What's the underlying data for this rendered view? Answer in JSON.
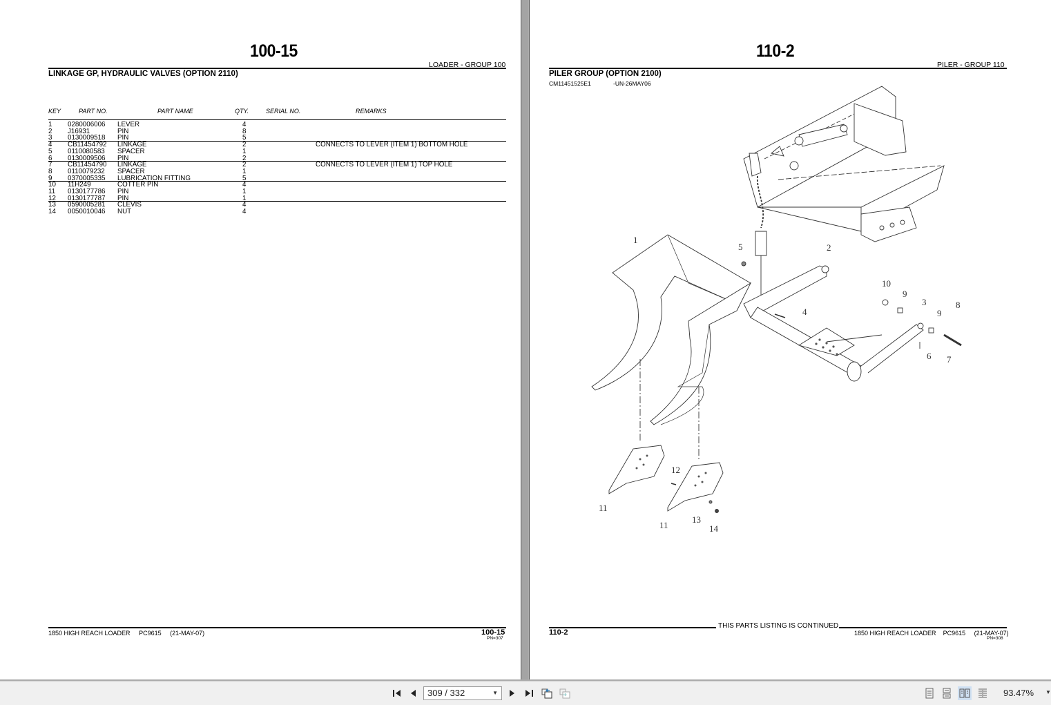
{
  "left_page": {
    "page_number": "100-15",
    "group": "LOADER  -  GROUP  100",
    "section_title": "LINKAGE GP, HYDRAULIC VALVES (OPTION 2110)",
    "columns": {
      "key": "KEY",
      "part_no": "PART NO.",
      "part_name": "PART NAME",
      "qty": "QTY.",
      "serial_no": "SERIAL NO.",
      "remarks": "REMARKS"
    },
    "rows": [
      {
        "key": "1",
        "part_no": "0280006006",
        "part_name": "LEVER",
        "qty": "4",
        "remarks": ""
      },
      {
        "key": "2",
        "part_no": "J16931",
        "part_name": "PIN",
        "qty": "8",
        "remarks": ""
      },
      {
        "key": "3",
        "part_no": "0130009518",
        "part_name": "PIN",
        "qty": "5",
        "remarks": ""
      },
      {
        "key": "4",
        "part_no": "CB11454792",
        "part_name": "LINKAGE",
        "qty": "2",
        "remarks": "CONNECTS TO LEVER (ITEM 1) BOTTOM HOLE"
      },
      {
        "key": "5",
        "part_no": "0110080583",
        "part_name": "SPACER",
        "qty": "1",
        "remarks": ""
      },
      {
        "key": "6",
        "part_no": "0130009506",
        "part_name": "PIN",
        "qty": "2",
        "remarks": ""
      },
      {
        "key": "7",
        "part_no": "CB11454790",
        "part_name": "LINKAGE",
        "qty": "2",
        "remarks": "CONNECTS TO LEVER (ITEM 1) TOP HOLE"
      },
      {
        "key": "8",
        "part_no": "0110079232",
        "part_name": "SPACER",
        "qty": "1",
        "remarks": ""
      },
      {
        "key": "9",
        "part_no": "0370005335",
        "part_name": "LUBRICATION FITTING",
        "qty": "5",
        "remarks": ""
      },
      {
        "key": "10",
        "part_no": "11H249",
        "part_name": "COTTER PIN",
        "qty": "4",
        "remarks": ""
      },
      {
        "key": "11",
        "part_no": "0130177786",
        "part_name": "PIN",
        "qty": "1",
        "remarks": ""
      },
      {
        "key": "12",
        "part_no": "0130177787",
        "part_name": "PIN",
        "qty": "1",
        "remarks": ""
      },
      {
        "key": "13",
        "part_no": "0590005281",
        "part_name": "CLEVIS",
        "qty": "4",
        "remarks": ""
      },
      {
        "key": "14",
        "part_no": "0050010046",
        "part_name": "NUT",
        "qty": "4",
        "remarks": ""
      }
    ],
    "footer": {
      "model": "1850 HIGH REACH LOADER",
      "catalog": "PC9615",
      "date": "(21-MAY-07)",
      "page_number": "100-15",
      "pn": "PN=307"
    }
  },
  "right_page": {
    "page_number": "110-2",
    "group": "PILER  -  GROUP  110",
    "section_title": "PILER GROUP (OPTION 2100)",
    "illustration_id": "CM11451525E1",
    "illustration_code": "-UN-26MAY06",
    "callouts": [
      "1",
      "2",
      "3",
      "4",
      "5",
      "6",
      "7",
      "8",
      "9",
      "9",
      "10",
      "11",
      "11",
      "12",
      "13",
      "14"
    ],
    "continued_text": "THIS PARTS LISTING IS CONTINUED",
    "footer": {
      "page_number": "110-2",
      "model": "1850 HIGH REACH LOADER",
      "catalog": "PC9615",
      "date": "(21-MAY-07)",
      "pn": "PN=308"
    }
  },
  "toolbar": {
    "page_indicator": "309 / 332",
    "zoom_level": "93.47%",
    "buttons": {
      "first_page": "first-page",
      "prev_page": "previous-page",
      "next_page": "next-page",
      "last_page": "last-page",
      "prev_view": "previous-view",
      "next_view": "next-view",
      "single_page": "single-page",
      "continuous": "continuous",
      "facing": "facing",
      "continuous_facing": "continuous-facing"
    },
    "active_mode": "facing"
  }
}
